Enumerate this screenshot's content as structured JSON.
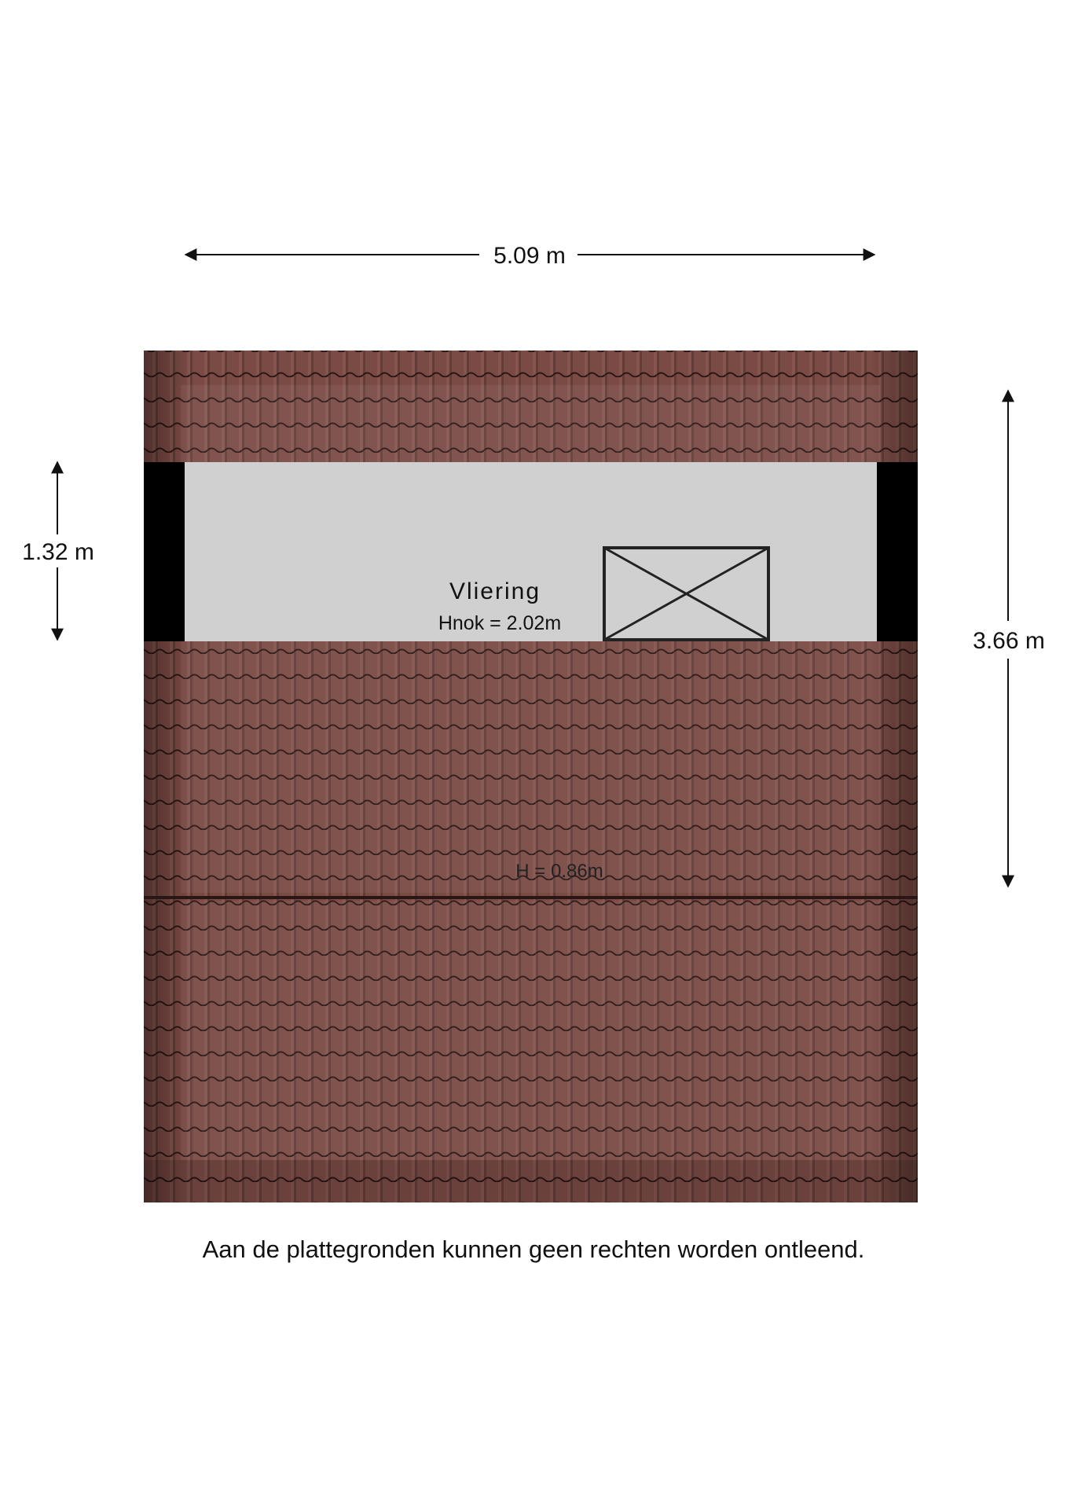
{
  "dimensions": {
    "width_label": "5.09 m",
    "height_total_label": "3.66 m",
    "attic_depth_label": "1.32 m"
  },
  "room": {
    "name": "Vliering",
    "ridge_height": "Hnok = 2.02m"
  },
  "roof": {
    "height_label": "H = 0.86m"
  },
  "colors": {
    "roof_tile": "#7a4a44",
    "roof_tile_dark": "#5c3430",
    "attic_floor": "#d0d0d0",
    "wall": "#000000"
  },
  "icons": [
    "hatch-icon",
    "double-arrow-icon"
  ],
  "footer": {
    "disclaimer": "Aan de plattegronden kunnen geen rechten worden ontleend."
  }
}
